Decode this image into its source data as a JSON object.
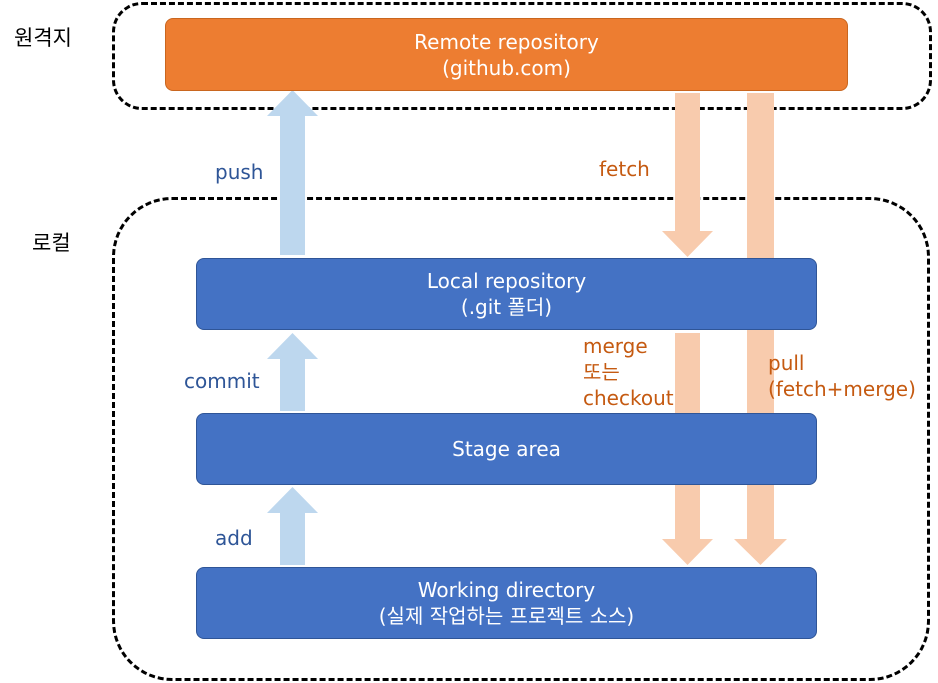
{
  "zones": {
    "remote_label": "원격지",
    "local_label": "로컬"
  },
  "boxes": {
    "remote": {
      "line1": "Remote repository",
      "line2": "(github.com)"
    },
    "local_repo": {
      "line1": "Local repository",
      "line2": "(.git 폴더)"
    },
    "stage": {
      "line1": "Stage area"
    },
    "working": {
      "line1": "Working directory",
      "line2": "(실제 작업하는 프로젝트 소스)"
    }
  },
  "operations": {
    "push": "push",
    "commit": "commit",
    "add": "add",
    "fetch": "fetch",
    "merge": {
      "line1": "merge",
      "line2": "또는",
      "line3": "checkout"
    },
    "pull": {
      "line1": "pull",
      "line2": "(fetch+merge)"
    }
  },
  "colors": {
    "remote_box": "#ED7D31",
    "local_box": "#4472C4",
    "up_arrow": "#BDD7EE",
    "down_arrow": "#F8CBAD",
    "up_label": "#2E5597",
    "down_label": "#C55A11"
  }
}
